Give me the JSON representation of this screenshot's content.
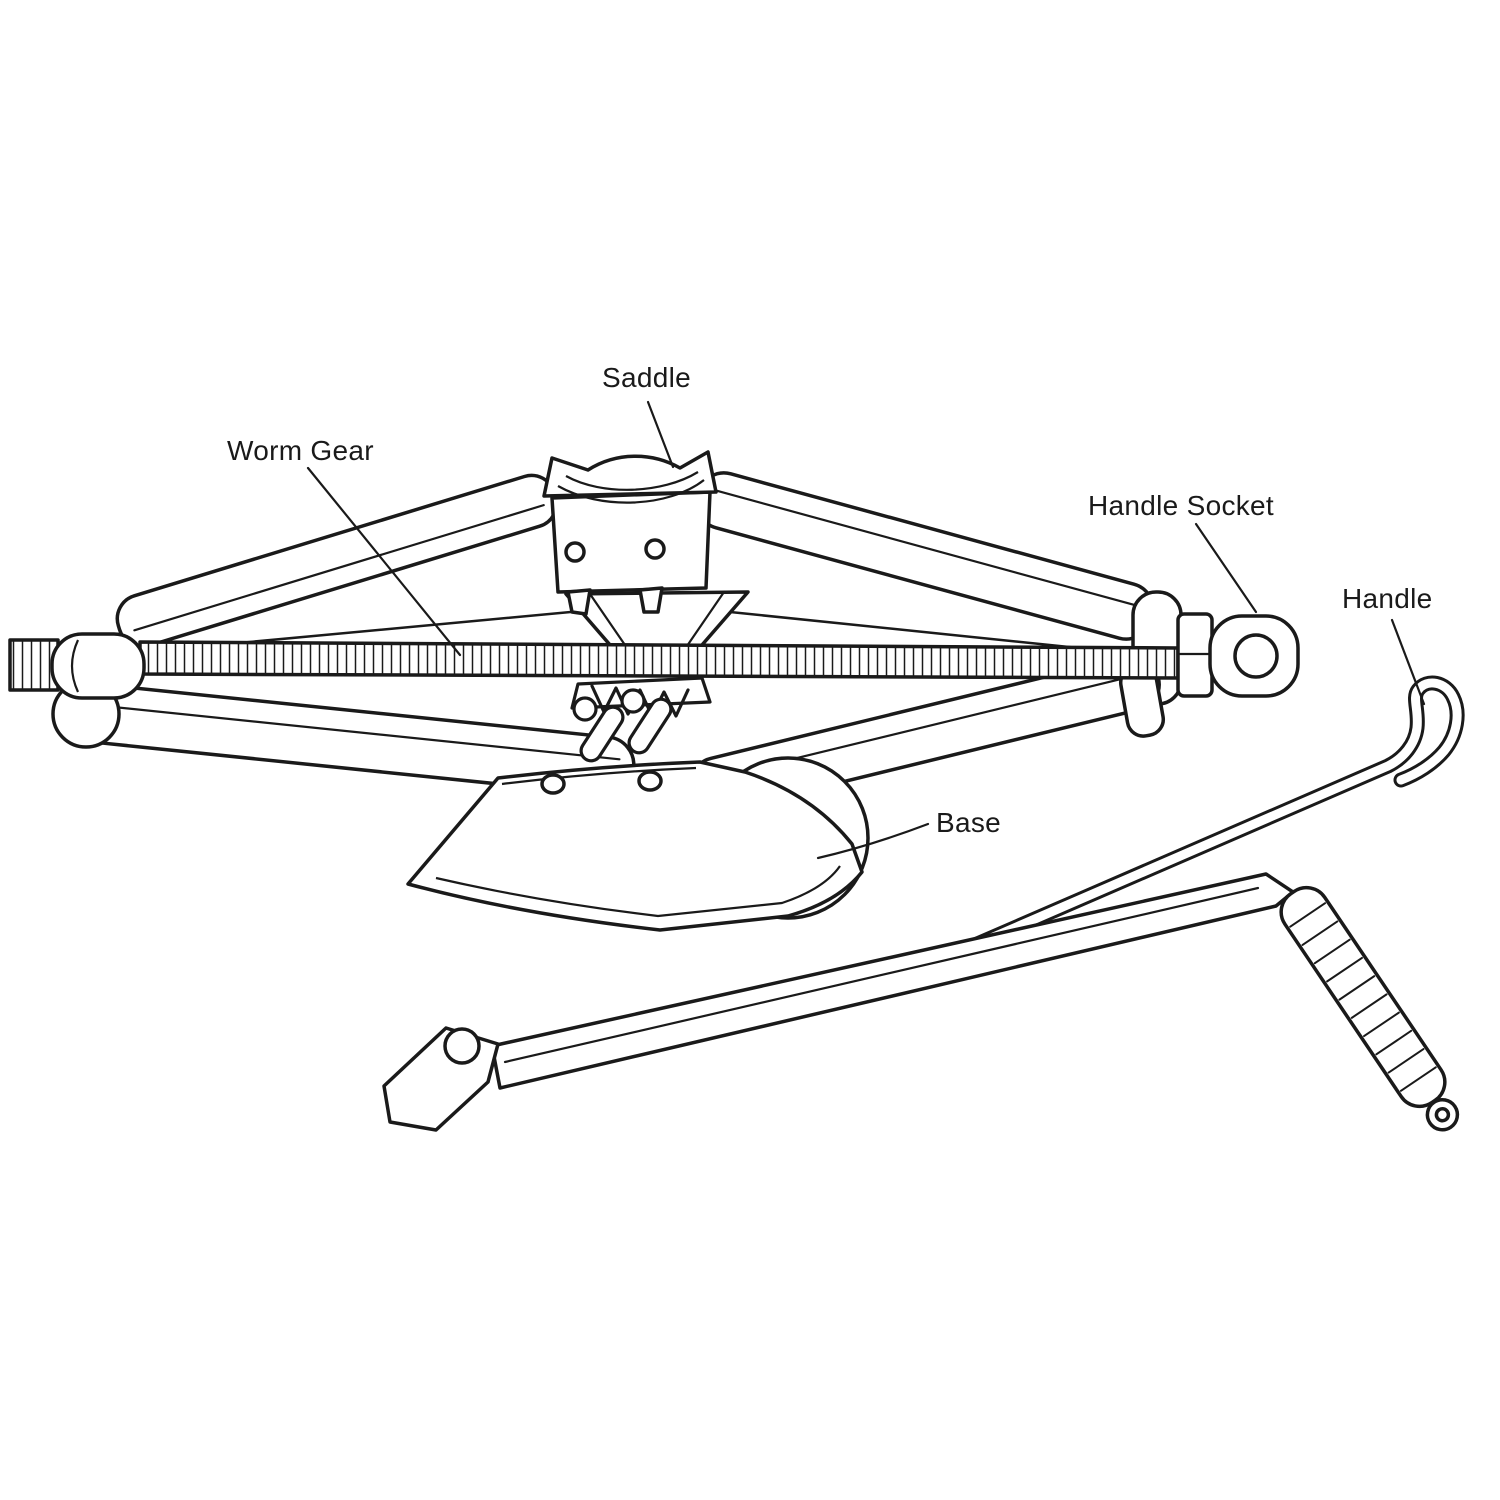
{
  "diagram": {
    "labels": {
      "saddle": "Saddle",
      "worm_gear": "Worm Gear",
      "handle_socket": "Handle Socket",
      "handle": "Handle",
      "base": "Base"
    },
    "colors": {
      "line": "#1a1a1a",
      "background": "#ffffff"
    }
  }
}
